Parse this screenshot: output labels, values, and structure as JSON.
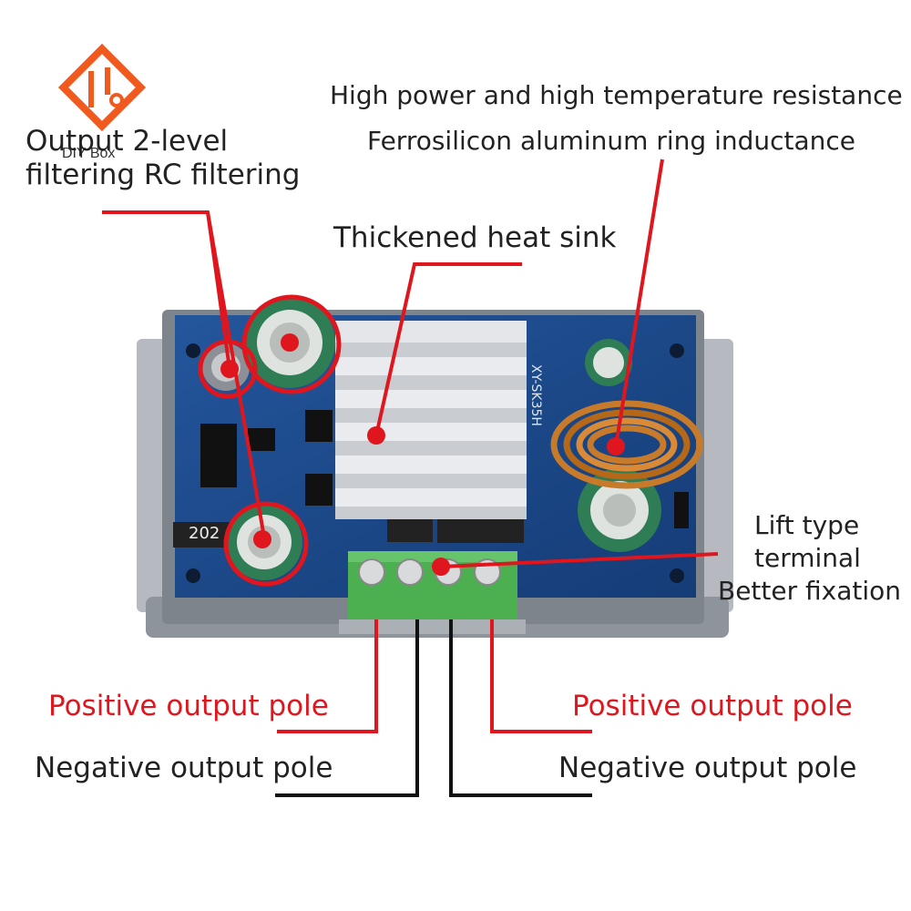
{
  "brand": {
    "logo_text": "DIY Box",
    "watermark_text": "DIY Box",
    "board_marking": "XY-SK35H",
    "chip_marking": "202"
  },
  "labels": {
    "rc_filter_line1": "Output 2-level",
    "rc_filter_line2": "filtering RC filtering",
    "high_power": "High power and high temperature resistance",
    "inductance": "Ferrosilicon aluminum ring inductance",
    "heat_sink": "Thickened heat sink",
    "terminal_line1": "Lift type",
    "terminal_line2": "terminal",
    "terminal_line3": "Better fixation",
    "pos_left": "Positive output pole",
    "pos_right": "Positive output pole",
    "neg_left": "Negative output pole",
    "neg_right": "Negative output pole"
  },
  "colors": {
    "accent_red": "#e0161e",
    "board_blue": "#1b4a8c",
    "case_gray": "#9aa0a8",
    "terminal_green": "#4caf50",
    "logo_orange": "#f05a1e"
  }
}
